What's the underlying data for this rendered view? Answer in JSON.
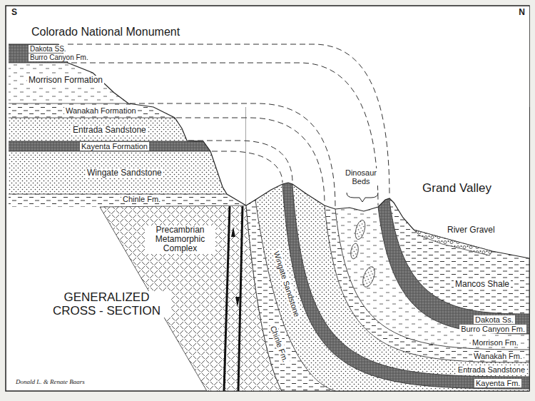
{
  "diagram": {
    "labels": [
      "S",
      "N",
      "Colorado National Monument",
      "Dakota SS.",
      "Burro Canyon Fm.",
      "Morrison Formation",
      "Wanakah Formation",
      "Entrada Sandstone",
      "Kayenta Formation",
      "Wingate Sandstone",
      "Chinle Fm.",
      "Precambrian Metamorphic Complex",
      "GENERALIZED CROSS - SECTION",
      "Wingate Sandstone",
      "Chinle Fm.",
      "Dinosaur Beds",
      "Grand Valley",
      "River Gravel",
      "Mancos Shale",
      "Dakota Ss.",
      "Burro Canyon Fm.",
      "Morrison Fm.",
      "Wanakah Fm.",
      "Entrada Sandstone",
      "Kayenta Fm.",
      "Donald L. & Renate Baars"
    ]
  }
}
